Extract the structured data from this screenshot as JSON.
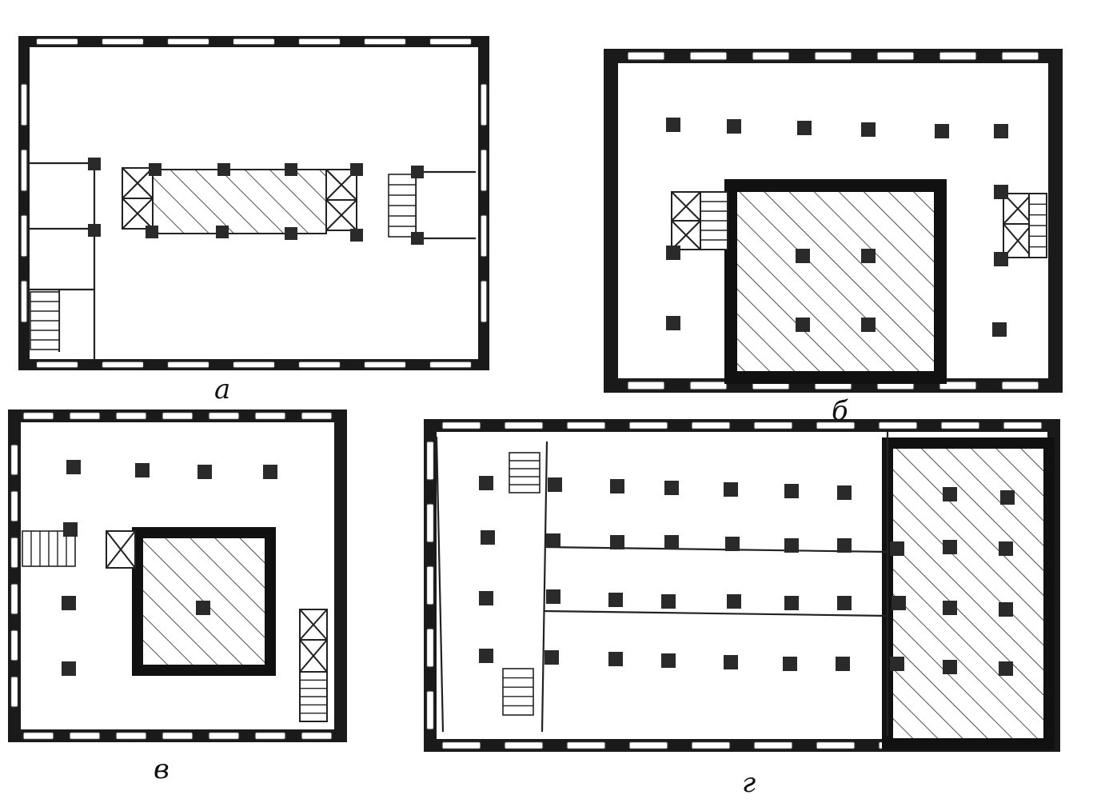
{
  "figure": {
    "plans": [
      {
        "id": "a",
        "label": "а"
      },
      {
        "id": "b",
        "label": "б"
      },
      {
        "id": "v",
        "label": "в"
      },
      {
        "id": "g",
        "label": "г"
      }
    ]
  },
  "colors": {
    "ink": "#1a1a1a",
    "paper": "#ffffff",
    "hatch": "#222222"
  }
}
